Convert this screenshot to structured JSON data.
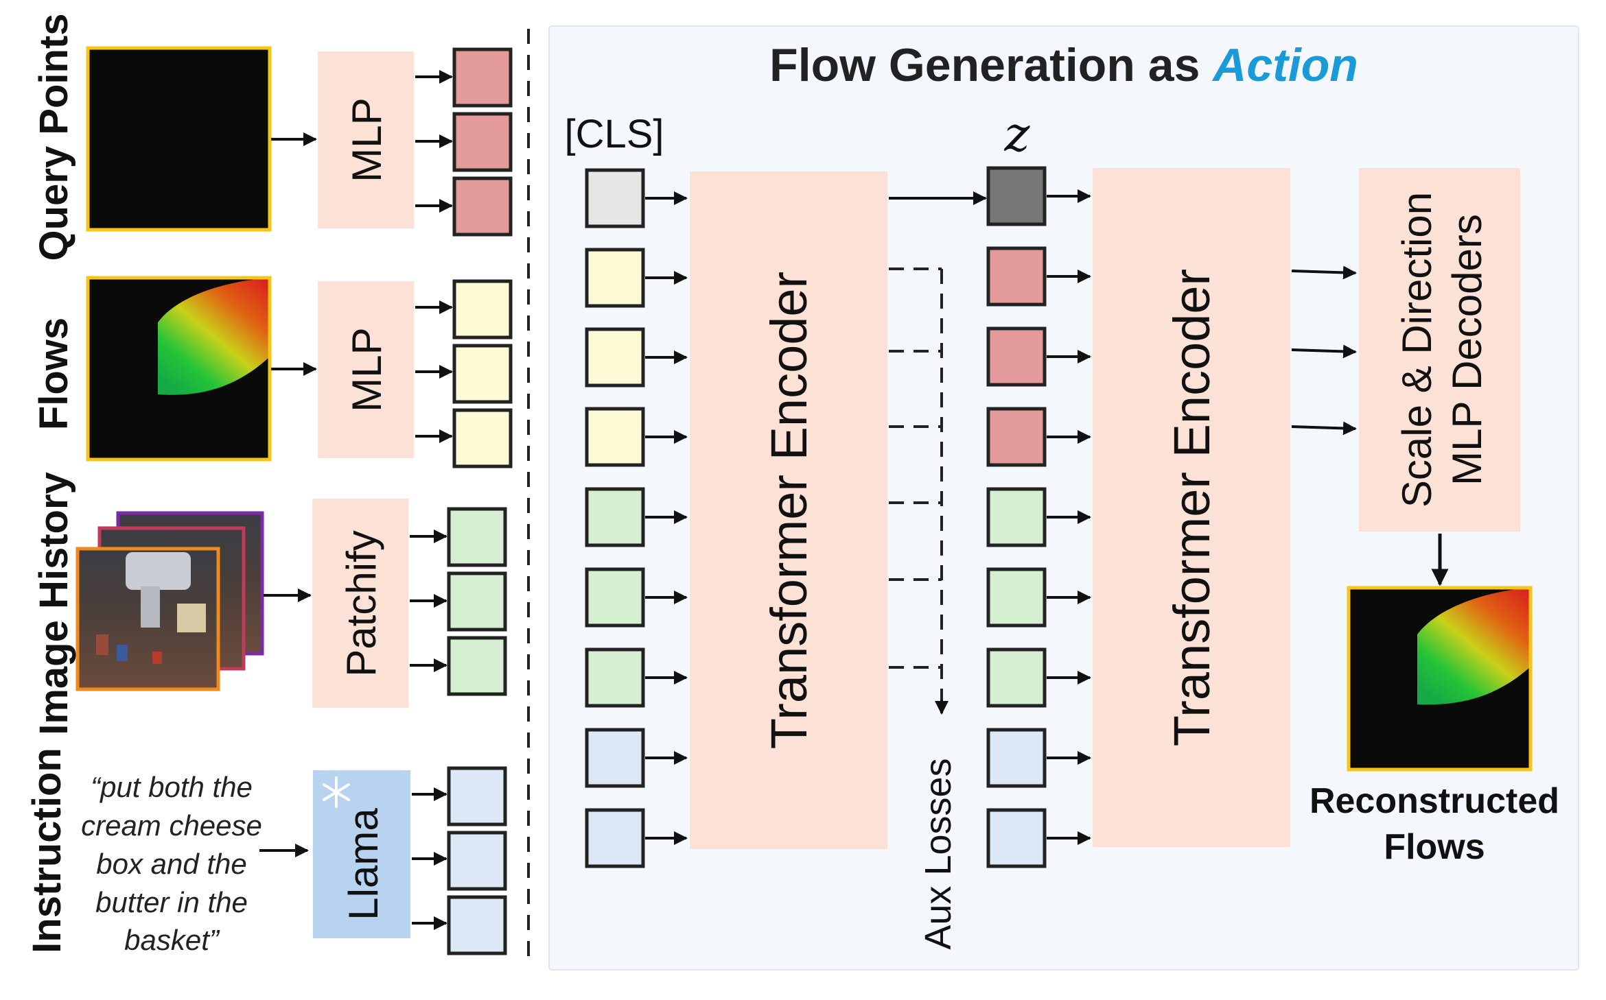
{
  "title": {
    "prefix": "Flow Generation as ",
    "emphasis": "Action"
  },
  "left_labels": {
    "query_points": "Query Points",
    "flows": "Flows",
    "image_history": "Image History",
    "instruction": "Instruction"
  },
  "instruction_text": [
    "“put both the",
    "cream cheese",
    "box and the",
    "butter in the",
    "basket”"
  ],
  "modules": {
    "mlp_query": "MLP",
    "mlp_flows": "MLP",
    "patchify": "Patchify",
    "llama": "Llama",
    "encoder_1": "Transformer Encoder",
    "encoder_2": "Transformer Encoder",
    "decoder_line1": "Scale & Direction",
    "decoder_line2": "MLP Decoders"
  },
  "cls_label": "[CLS]",
  "z_label": "z",
  "aux_losses": "Aux Losses",
  "reconstructed": [
    "Reconstructed",
    "Flows"
  ],
  "colors": {
    "panel_bg": "#f4f8fc",
    "module_fill": "#fbe1d6",
    "llama_fill": "#b7d3ef",
    "token_query": "#e39a9a",
    "token_flow": "#fdfbd6",
    "token_image": "#d6efd3",
    "token_text": "#dce8f5",
    "token_cls": "#e6e6e6",
    "token_z": "#777777",
    "accent_action": "#1a9ad6",
    "image_border": "#f5c518"
  },
  "icons": {
    "snowflake": "snowflake-icon"
  }
}
